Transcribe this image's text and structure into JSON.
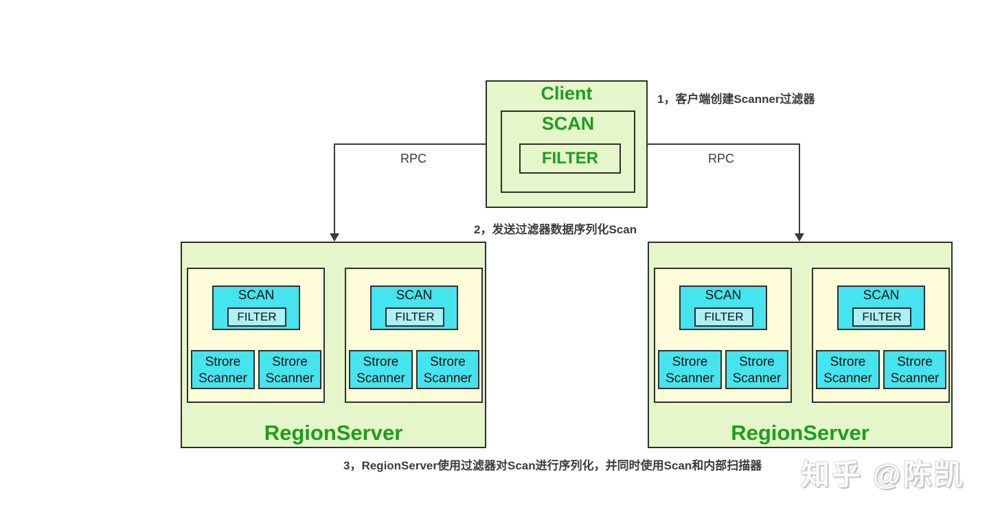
{
  "client_box": {
    "title": "Client",
    "scan_label": "SCAN",
    "filter_label": "FILTER"
  },
  "rpc": {
    "left_label": "RPC",
    "right_label": "RPC"
  },
  "annotations": {
    "step1": "1，客户端创建Scanner过滤器",
    "step2": "2，发送过滤器数据序列化Scan",
    "step3": "3，RegionServer使用过滤器对Scan进行序列化，并同时使用Scan和内部扫描器"
  },
  "region_server": {
    "title": "RegionServer",
    "scan_label": "SCAN",
    "filter_label": "FILTER",
    "store_scanner_line1": "Strore",
    "store_scanner_line2": "Scanner"
  },
  "watermark": "知乎 @陈凯",
  "colors": {
    "client_fill": "#e5f6ca",
    "region_server_fill": "#e5f6ca",
    "region_fill": "#fefcd9",
    "scan_fill": "#45e4ee",
    "filter_fill": "#abf1f7",
    "green_text": "#1c9e1c",
    "annotation_text": "#3b3b3b",
    "line": "#3a3a3a",
    "background": "#ffffff"
  }
}
